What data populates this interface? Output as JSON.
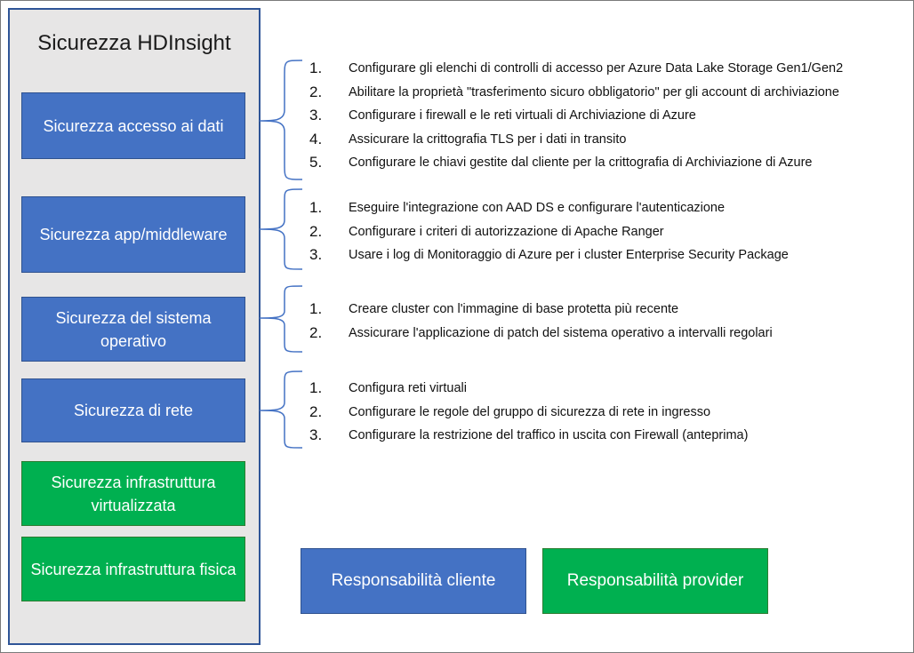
{
  "title": "Sicurezza HDInsight",
  "layers": [
    {
      "label": "Sicurezza accesso ai dati",
      "color": "#4472c4"
    },
    {
      "label": "Sicurezza app/middleware",
      "color": "#4472c4"
    },
    {
      "label": "Sicurezza del sistema operativo",
      "color": "#4472c4"
    },
    {
      "label": "Sicurezza di rete",
      "color": "#4472c4"
    },
    {
      "label": "Sicurezza infrastruttura virtualizzata",
      "color": "#00b050"
    },
    {
      "label": "Sicurezza infrastruttura fisica",
      "color": "#00b050"
    }
  ],
  "groups": [
    {
      "items": [
        {
          "num": "1.",
          "text": "Configurare gli elenchi di controlli di accesso per Azure Data Lake Storage Gen1/Gen2"
        },
        {
          "num": "2.",
          "text": "Abilitare la proprietà \"trasferimento sicuro obbligatorio\" per gli account di archiviazione"
        },
        {
          "num": "3.",
          "text": "Configurare i firewall e le reti virtuali di Archiviazione di Azure"
        },
        {
          "num": "4.",
          "text": "Assicurare la crittografia TLS per i dati in transito"
        },
        {
          "num": "5.",
          "text": "Configurare le chiavi gestite dal cliente per la crittografia di Archiviazione di Azure"
        }
      ]
    },
    {
      "items": [
        {
          "num": "1.",
          "text": "Eseguire l'integrazione con AAD DS e configurare l'autenticazione"
        },
        {
          "num": "2.",
          "text": "Configurare i criteri di autorizzazione di Apache Ranger"
        },
        {
          "num": "3.",
          "text": "Usare i log di Monitoraggio di Azure per i cluster Enterprise Security Package"
        }
      ]
    },
    {
      "items": [
        {
          "num": "1.",
          "text": "Creare cluster con l'immagine di base protetta più recente"
        },
        {
          "num": "2.",
          "text": "Assicurare l'applicazione di patch del sistema operativo a intervalli regolari"
        }
      ]
    },
    {
      "items": [
        {
          "num": "1.",
          "text": "Configura reti virtuali"
        },
        {
          "num": "2.",
          "text": "Configurare le regole del gruppo di sicurezza di rete in ingresso"
        },
        {
          "num": "3.",
          "text": "Configurare la restrizione del traffico in uscita con Firewall (anteprima)"
        }
      ]
    }
  ],
  "legend": {
    "customer": {
      "label": "Responsabilità cliente",
      "color": "#4472c4"
    },
    "provider": {
      "label": "Responsabilità provider",
      "color": "#00b050"
    }
  }
}
